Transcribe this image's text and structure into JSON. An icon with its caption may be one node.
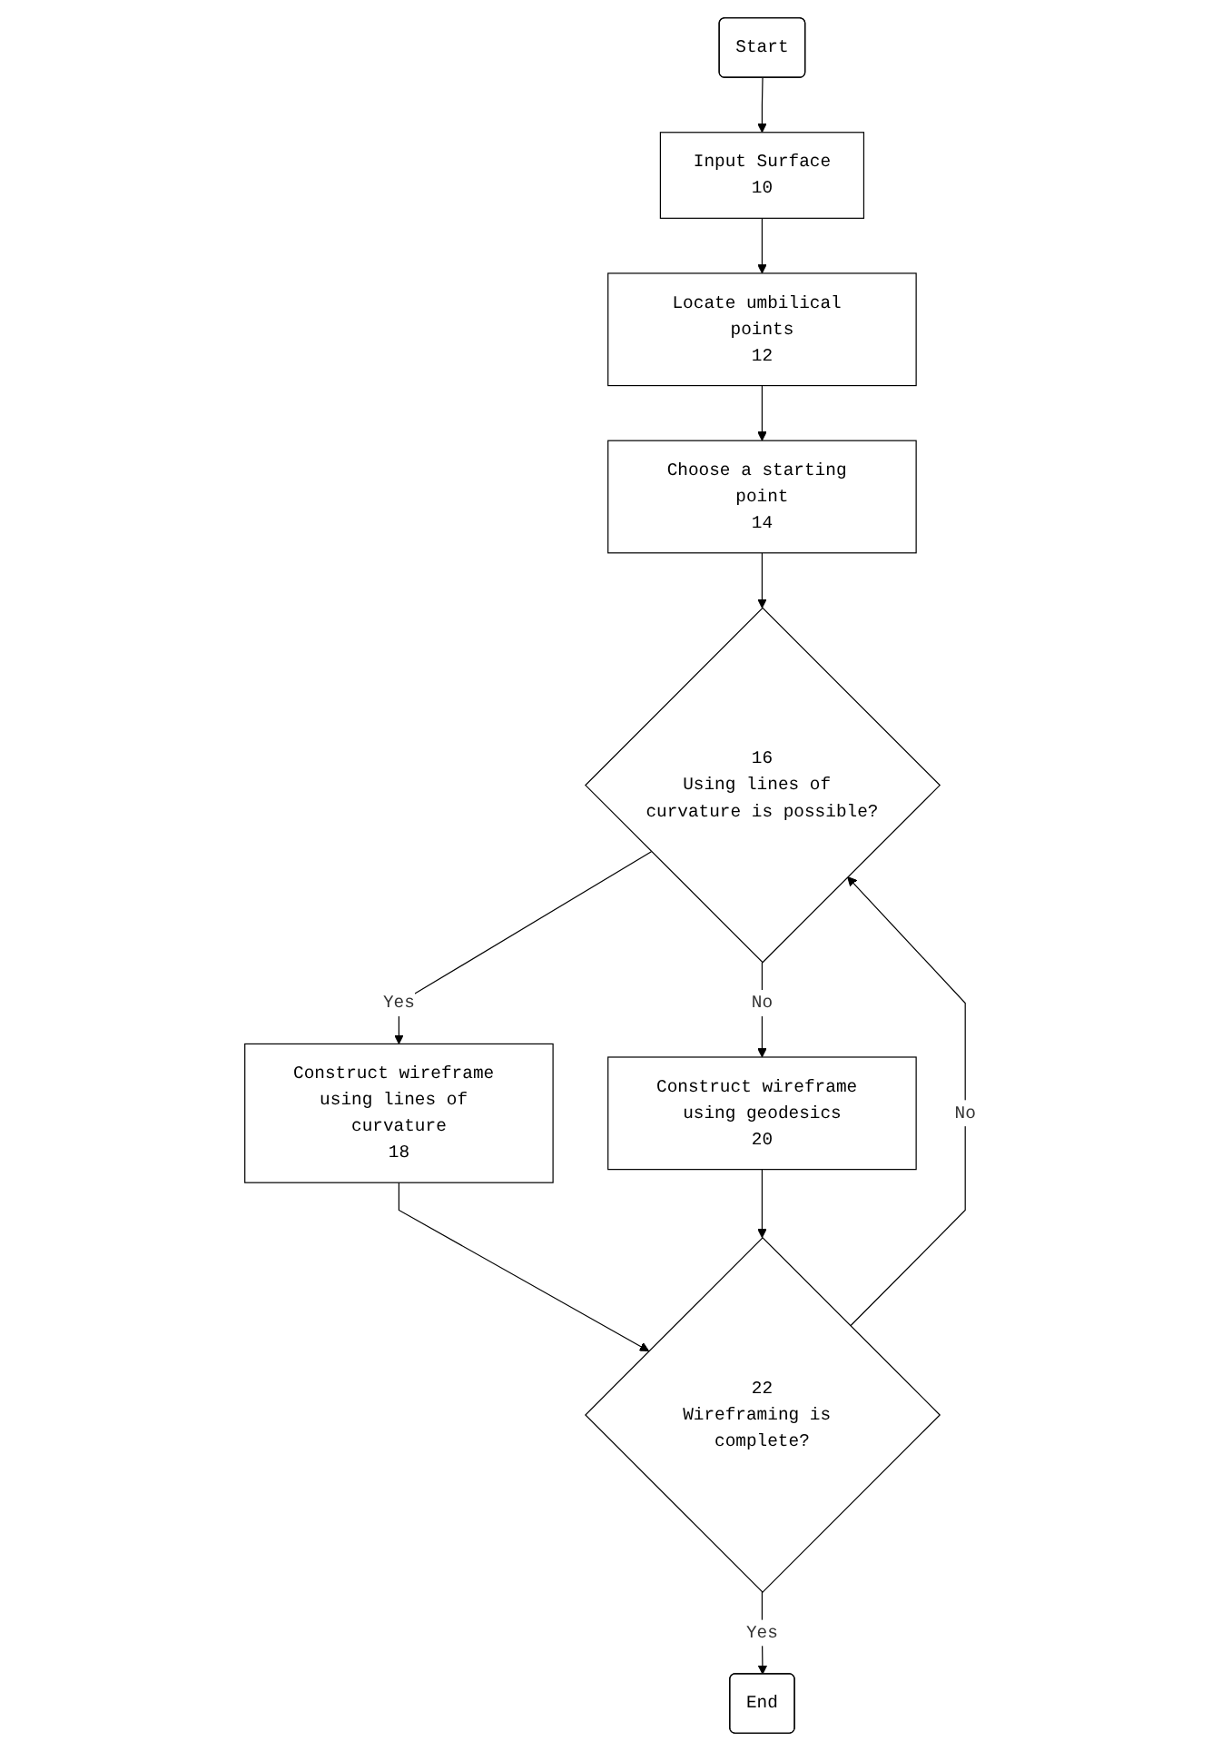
{
  "diagram": {
    "nodes": [
      {
        "text": [
          "Start"
        ]
      },
      {
        "text": [
          "Input Surface",
          "10"
        ]
      },
      {
        "text": [
          "Locate umbilical points",
          "12"
        ]
      },
      {
        "text": [
          "Choose a starting point",
          "14"
        ]
      },
      {
        "text": [
          "16",
          "Using lines of curvature is possible?"
        ]
      },
      {
        "text": [
          "Construct wireframe using lines of curvature",
          "18"
        ]
      },
      {
        "text": [
          "Construct wireframe using geodesics",
          "20"
        ]
      },
      {
        "text": [
          "22",
          "Wireframing is complete?"
        ]
      },
      {
        "text": [
          "End"
        ]
      }
    ],
    "edges": [
      {
        "from": 0,
        "to": 1,
        "arrow": "to"
      },
      {
        "from": 1,
        "to": 2,
        "arrow": "to"
      },
      {
        "from": 2,
        "to": 3,
        "arrow": "to"
      },
      {
        "from": 3,
        "to": 4,
        "arrow": "to"
      },
      {
        "from": 4,
        "to": 5,
        "arrow": "to",
        "label": "Yes"
      },
      {
        "from": 4,
        "to": 6,
        "arrow": "to",
        "label": "No"
      },
      {
        "from": 5,
        "to": 7,
        "arrow": "to"
      },
      {
        "from": 6,
        "to": 7,
        "arrow": "to"
      },
      {
        "from": 7,
        "to": 8,
        "arrow": "to",
        "label": "Yes"
      },
      {
        "from": 7,
        "to": 4,
        "arrow": "to",
        "label": "No"
      }
    ]
  }
}
